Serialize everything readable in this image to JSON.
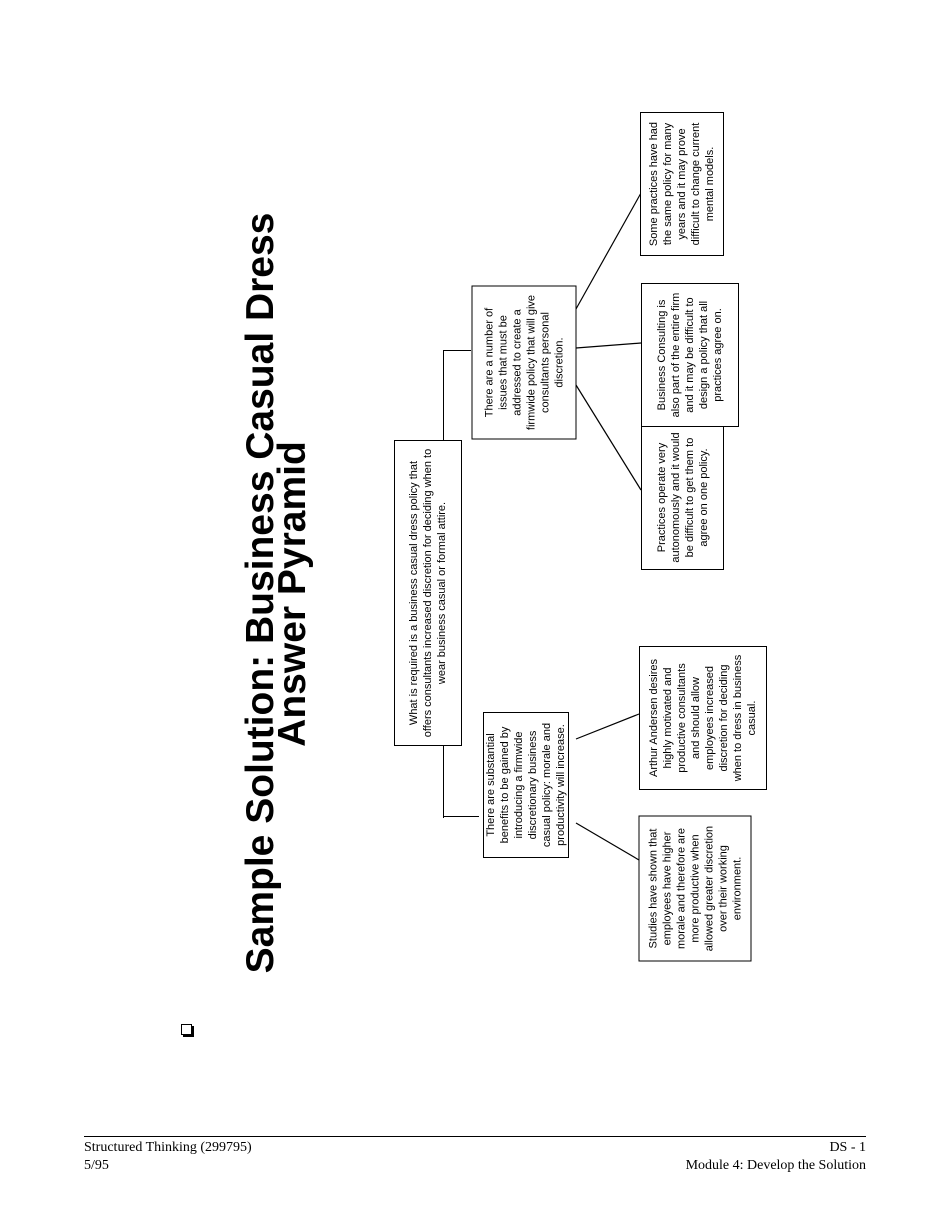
{
  "title": {
    "line1": "Sample Solution:  Business Casual Dress",
    "line2": "Answer Pyramid"
  },
  "pyramid": {
    "governing": "What is required is a business casual dress policy that offers consultants increased discretion for deciding when to wear business casual or formal attire.",
    "benefits": {
      "statement": "There are substantial benefits to be gained by introducing a firmwide discretionary business casual policy: morale and productivity will increase.",
      "support": [
        "Studies have shown that employees have higher morale and therefore are more productive when allowed greater discretion over their working environment.",
        "Arthur Andersen desires highly motivated and productive consultants and should allow employees increased discretion for deciding when to dress in business casual."
      ]
    },
    "issues": {
      "statement": "There are a number of issues that must be addressed to create a firmwide policy that will give consultants personal discretion.",
      "support": [
        "Practices operate very autonomously and it would be difficult to get them to agree on one policy.",
        "Business Consulting is also part of the entire firm and it may be difficult to design a policy that all practices agree on.",
        "Some practices have had the same policy for many years and it may prove difficult to change current mental models."
      ]
    }
  },
  "footer": {
    "left_line1": "Structured Thinking (299795)",
    "left_line2": "5/95",
    "right_line1": "DS - 1",
    "right_line2": "Module 4:  Develop the Solution"
  }
}
